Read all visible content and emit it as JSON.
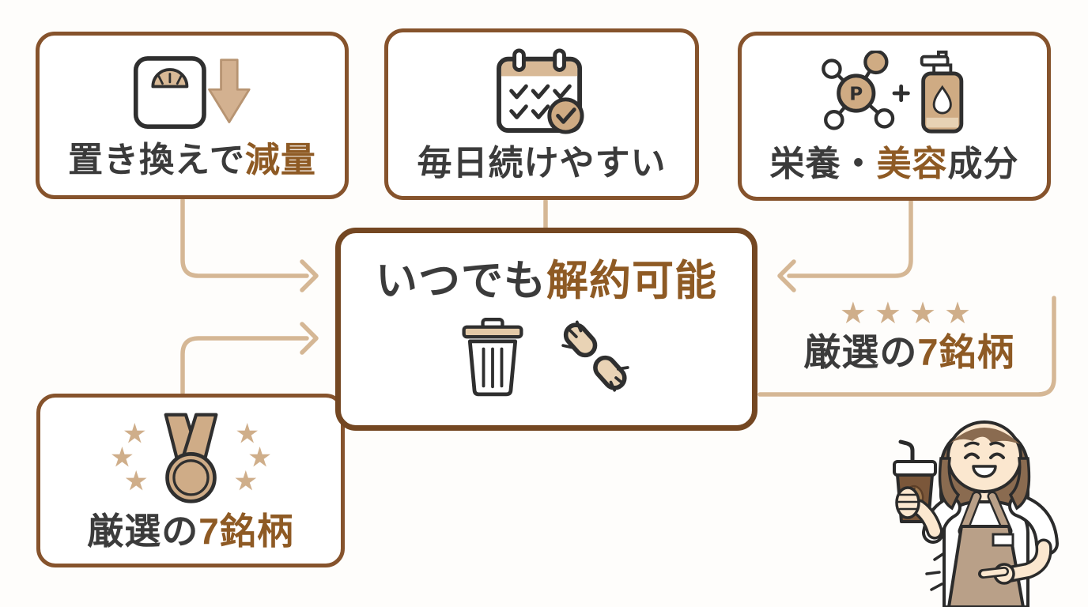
{
  "palette": {
    "background": "#fefdfb",
    "box_border": "#86532c",
    "center_box_border": "#744722",
    "text_dark": "#3b3b3b",
    "text_accent": "#8e5a24",
    "connector_tan": "#d5b795",
    "icon_tan": "#d3b190"
  },
  "boxes": {
    "top_left": {
      "pre": "置き換えで",
      "accent": "減量",
      "post": "",
      "icon": "weight-scale-down-arrow-icon"
    },
    "top_middle": {
      "pre": "毎日続けやすい",
      "accent": "",
      "post": "",
      "icon": "calendar-checks-icon"
    },
    "top_right": {
      "pre": "栄養・",
      "accent": "美容",
      "post": "成分",
      "icon": "molecule-plus-cosmetic-bottle-icon"
    },
    "center": {
      "pre": "いつでも",
      "accent": "解約可能",
      "post": "",
      "icons": "trash-icon, broken-chain-icon"
    },
    "bottom_left": {
      "pre": "厳選の",
      "accent": "7銘柄",
      "post": "",
      "icon": "medal-with-stars-icon"
    }
  },
  "right_callout": {
    "stars": "★★★★",
    "pre": "厳選の",
    "accent": "7銘柄",
    "post": ""
  },
  "illustration": {
    "name": "barista-woman-with-coffee-cup"
  }
}
